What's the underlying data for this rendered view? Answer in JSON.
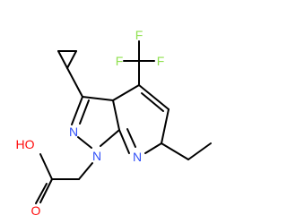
{
  "molecule": {
    "atom_labels": {
      "F1": "F",
      "F2": "F",
      "F3": "F",
      "N1": "N",
      "N2": "N",
      "N3": "N",
      "O_hydroxyl": "HO",
      "O_carbonyl": "O"
    },
    "colors": {
      "bond": "#000000",
      "nitrogen": "#3050F8",
      "oxygen": "#FF0D0D",
      "fluorine": "#90E050"
    }
  }
}
